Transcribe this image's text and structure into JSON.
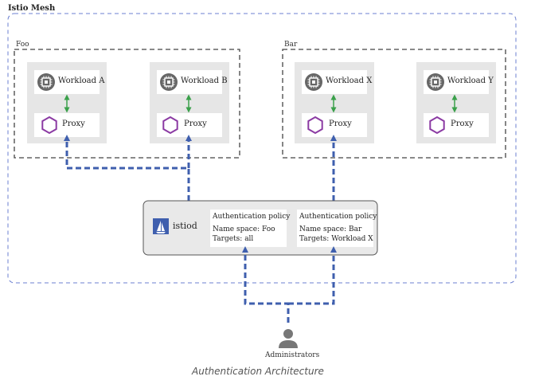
{
  "mesh": {
    "title": "Istio Mesh"
  },
  "namespaces": [
    {
      "label": "Foo",
      "pods": [
        {
          "workload": "Workload A",
          "proxy": "Proxy"
        },
        {
          "workload": "Workload B",
          "proxy": "Proxy"
        }
      ]
    },
    {
      "label": "Bar",
      "pods": [
        {
          "workload": "Workload X",
          "proxy": "Proxy"
        },
        {
          "workload": "Workload Y",
          "proxy": "Proxy"
        }
      ]
    }
  ],
  "istiod": {
    "label": "istiod",
    "policies": [
      {
        "title": "Authentication policy",
        "namespace": "Name space: Foo",
        "targets": "Targets: all"
      },
      {
        "title": "Authentication policy",
        "namespace": "Name space: Bar",
        "targets": "Targets: Workload X"
      }
    ]
  },
  "admin": {
    "label": "Administrators"
  },
  "caption": "Authentication Architecture",
  "icons": {
    "workload": "chip-icon",
    "proxy": "hexagon-icon",
    "istiod": "sail-icon",
    "admin": "person-icon"
  },
  "colors": {
    "mesh_border": "#6b7fd0",
    "dash_line": "#3f5fae",
    "arrow_green": "#3aa04a",
    "proxy_purple": "#8b3aa3",
    "pod_bg": "#e6e6e6",
    "istiod_bg": "#e9e9e9",
    "istiod_icon_bg": "#3f5fae",
    "chip_bg": "#666666",
    "admin_gray": "#777777"
  }
}
